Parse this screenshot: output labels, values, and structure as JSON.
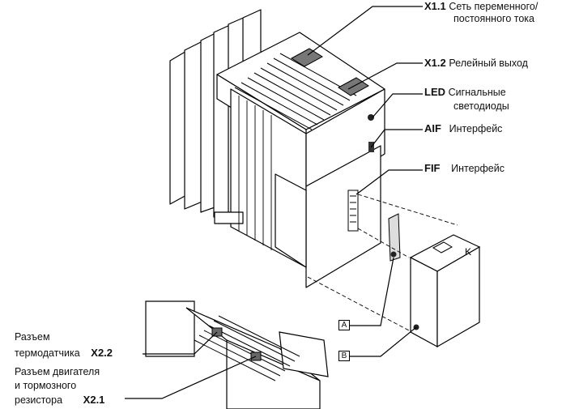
{
  "callouts": {
    "x11": {
      "code": "X1.1",
      "line1": "Сеть переменного/",
      "line2": "постоянного тока"
    },
    "x12": {
      "code": "X1.2",
      "text": "Релейный выход"
    },
    "led": {
      "code": "LED",
      "line1": "Сигнальные",
      "line2": "светодиоды"
    },
    "aif": {
      "code": "AIF",
      "text": "Интерфейс"
    },
    "fif": {
      "code": "FIF",
      "text": "Интерфейс"
    },
    "x22": {
      "line1": "Разъем",
      "line2": "термодатчика",
      "code": "X2.2"
    },
    "x21": {
      "line1": "Разъем двигателя",
      "line2": "и тормозного",
      "line3": "резистора",
      "code": "X2.1"
    }
  },
  "markers": {
    "a": "A",
    "b": "B"
  },
  "module_letter": "K",
  "colors": {
    "line": "#000000",
    "fill": "#ffffff",
    "shade": "#d8d8d8",
    "dark": "#444444"
  }
}
